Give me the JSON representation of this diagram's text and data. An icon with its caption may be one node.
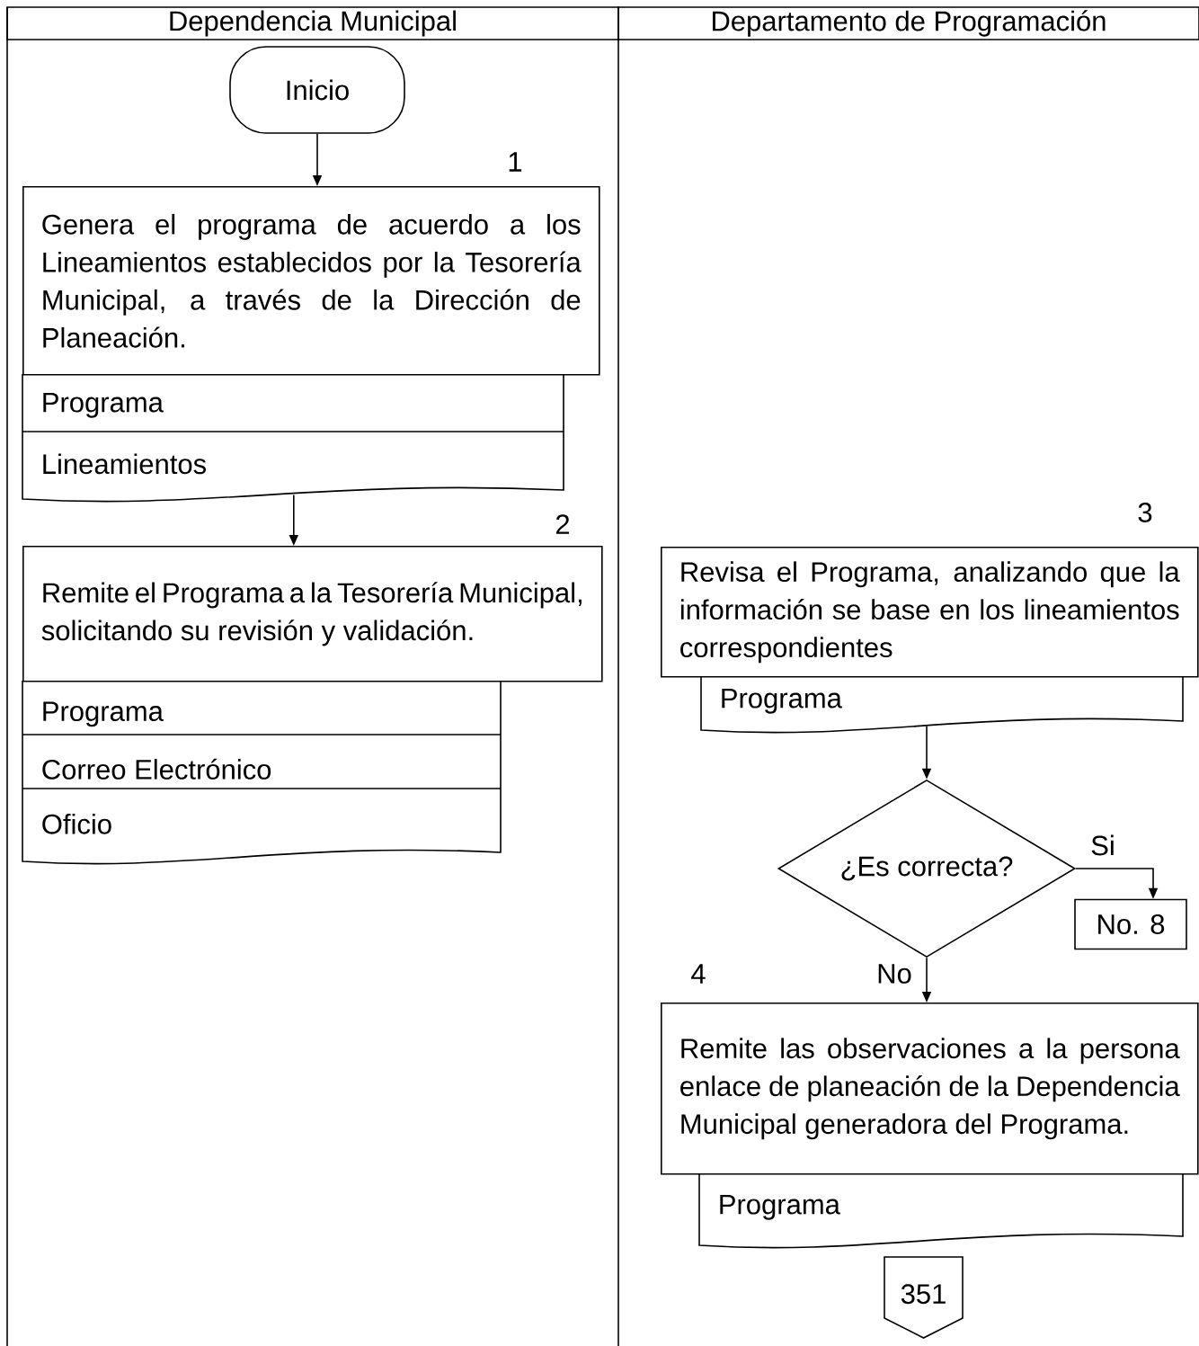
{
  "diagram": {
    "nodes": [
      {
        "text": [
          "Dependencia Municipal"
        ]
      },
      {
        "text": [
          "Departamento de Programación"
        ]
      },
      {
        "text": [
          "Inicio"
        ]
      },
      {
        "text": [
          "Genera el programa de acuerdo a los Lineamientos establecidos por la Tesorería Municipal, a través de la Dirección de Planeación."
        ],
        "beside": [
          "1"
        ]
      },
      {
        "text": [
          "Programa",
          "Lineamientos"
        ]
      },
      {
        "text": [
          "Remite el Programa a la Tesorería Municipal, solicitando su revisión y validación."
        ],
        "beside": [
          "2"
        ]
      },
      {
        "text": [
          "Programa",
          "Correo Electrónico",
          "Oficio"
        ]
      },
      {
        "text": [
          "Revisa el Programa, analizando que la información se base en los lineamientos correspondientes"
        ],
        "beside": [
          "3"
        ]
      },
      {
        "text": [
          "Programa"
        ]
      },
      {
        "text": [
          "¿Es correcta?"
        ]
      },
      {
        "text": [
          "No. 8"
        ]
      },
      {
        "text": [
          "Remite las observaciones a la persona enlace de planeación de la Dependencia Municipal generadora del Programa."
        ],
        "beside": [
          "4"
        ]
      },
      {
        "text": [
          "Programa"
        ]
      },
      {
        "text": [
          "351"
        ]
      }
    ],
    "edges": [
      {
        "from": 2,
        "to": 3,
        "arrow": "to"
      },
      {
        "from": 4,
        "to": 5,
        "arrow": "to"
      },
      {
        "from": 8,
        "to": 9,
        "arrow": "to"
      },
      {
        "from": 9,
        "to": 10,
        "arrow": "to",
        "label": "Si"
      },
      {
        "from": 9,
        "to": 11,
        "arrow": "to",
        "label": "No"
      }
    ]
  }
}
